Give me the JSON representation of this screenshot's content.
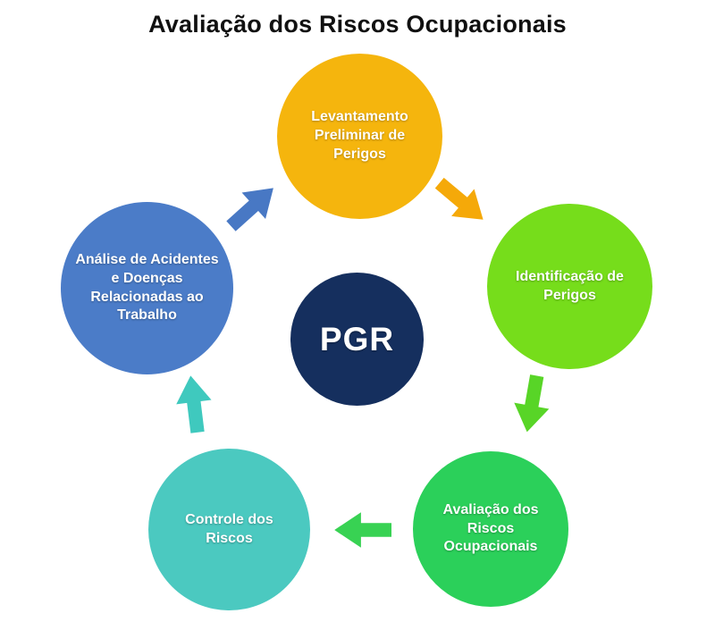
{
  "title": "Avaliação dos Riscos Ocupacionais",
  "center": {
    "label": "PGR"
  },
  "steps": [
    {
      "id": "levantamento",
      "label": "Levantamento Preliminar de Perigos"
    },
    {
      "id": "identificacao",
      "label": "Identificação de Perigos"
    },
    {
      "id": "avaliacao",
      "label": "Avaliação dos Riscos Ocupacionais"
    },
    {
      "id": "controle",
      "label": "Controle dos Riscos"
    },
    {
      "id": "analise",
      "label": "Análise de Acidentes e Doenças Relacionadas ao Trabalho"
    }
  ],
  "colors": {
    "top": "#F5B50D",
    "right": "#76DD1B",
    "bottom_right": "#2BD05A",
    "bottom_left": "#4BC9C0",
    "left": "#4B7CC8",
    "center": "#152F5E",
    "arrow_top_left": "#4878C4",
    "arrow_top_right": "#F5A909",
    "arrow_right": "#58D527",
    "arrow_bottom": "#38D253",
    "arrow_left_up": "#3FC9BE",
    "title_text": "#101010",
    "circle_text": "#FFFFFF"
  }
}
